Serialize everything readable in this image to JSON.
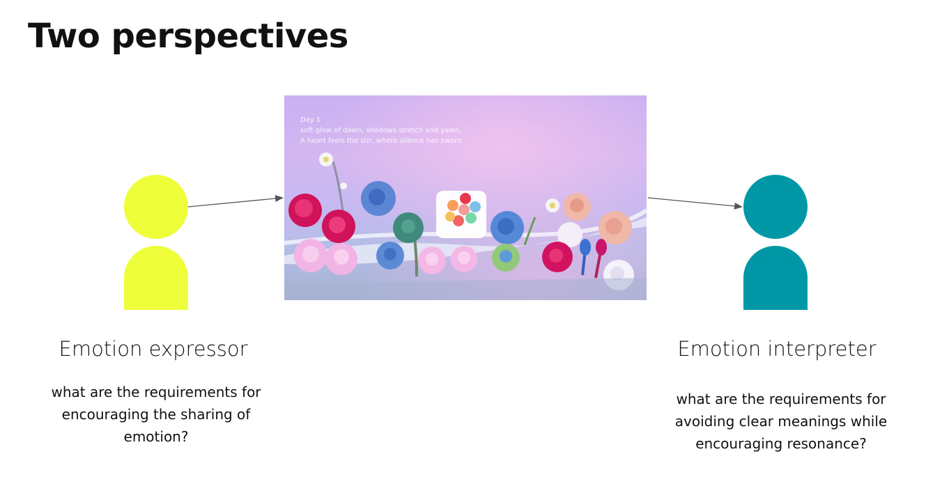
{
  "slide": {
    "title": "Two perspectives"
  },
  "expressor": {
    "label": "Emotion expressor",
    "question": "what are the requirements for encouraging the sharing of emotion?",
    "color": "#eefe3b"
  },
  "interpreter": {
    "label": "Emotion interpreter",
    "question": "what are the requirements for avoiding clear meanings while encouraging resonance?",
    "color": "#0098a6"
  },
  "scene": {
    "day": "Day 1",
    "line1": "soft glow of dawn, shadows stretch and yawn,",
    "line2": "A heart feels the stir, where silence has sworn"
  }
}
